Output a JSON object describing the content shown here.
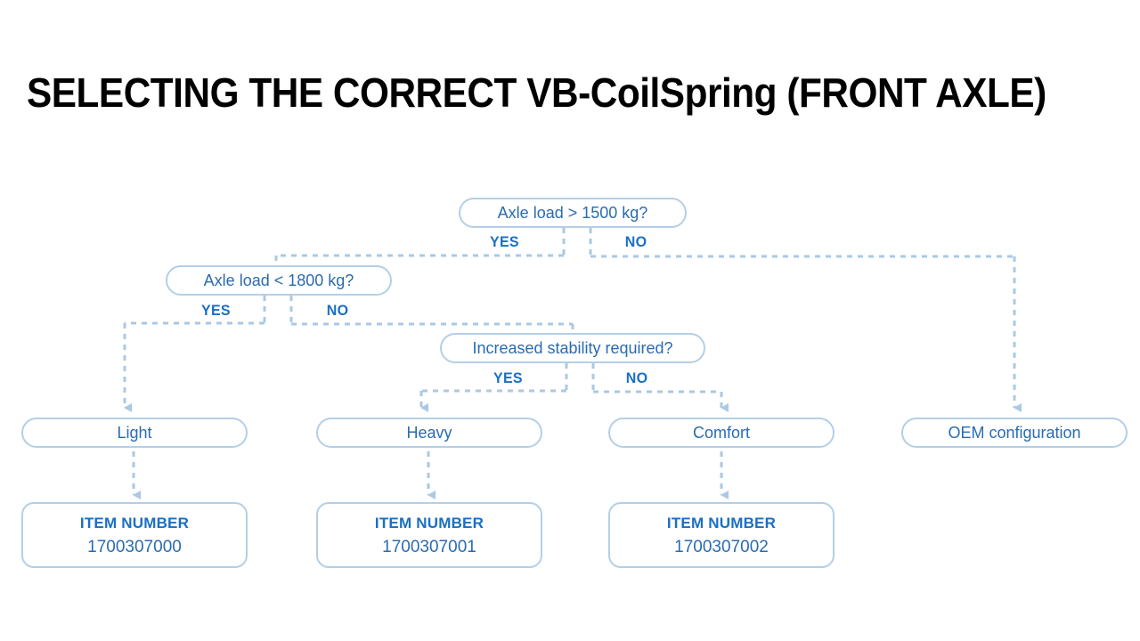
{
  "page": {
    "title": "SELECTING THE CORRECT VB-CoilSpring (FRONT AXLE)",
    "background_color": "#ffffff"
  },
  "theme": {
    "border_color": "#b3cfe8",
    "node_text_color": "#2a6bb0",
    "branch_label_color": "#1a6fc4",
    "connector_color": "#a9c9e6",
    "title_color": "#000000"
  },
  "flowchart": {
    "type": "decision-tree",
    "decisions": [
      {
        "id": "decision-axle-load-1500",
        "label": "Axle load > 1500 kg?",
        "yes_label": "YES",
        "no_label": "NO",
        "yes_target": "decision-axle-load-1800",
        "no_target": "result-oem-configuration"
      },
      {
        "id": "decision-axle-load-1800",
        "label": "Axle load < 1800 kg?",
        "yes_label": "YES",
        "no_label": "NO",
        "yes_target": "result-light",
        "no_target": "decision-increased-stability"
      },
      {
        "id": "decision-increased-stability",
        "label": "Increased stability required?",
        "yes_label": "YES",
        "no_label": "NO",
        "yes_target": "result-heavy",
        "no_target": "result-comfort"
      }
    ],
    "results": [
      {
        "id": "result-light",
        "label": "Light"
      },
      {
        "id": "result-heavy",
        "label": "Heavy"
      },
      {
        "id": "result-comfort",
        "label": "Comfort"
      },
      {
        "id": "result-oem",
        "label": "OEM configuration"
      }
    ],
    "item_boxes": [
      {
        "id": "item-light",
        "heading": "ITEM NUMBER",
        "value": "1700307000",
        "for": "result-light"
      },
      {
        "id": "item-heavy",
        "heading": "ITEM NUMBER",
        "value": "1700307001",
        "for": "result-heavy"
      },
      {
        "id": "item-comfort",
        "heading": "ITEM NUMBER",
        "value": "1700307002",
        "for": "result-comfort"
      }
    ]
  }
}
